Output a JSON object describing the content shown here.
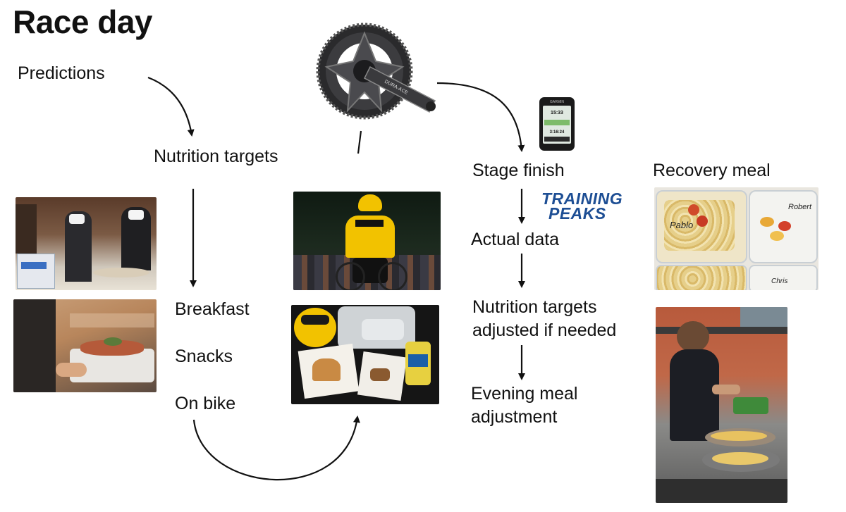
{
  "slide": {
    "title": "Race day"
  },
  "labels": {
    "predictions": "Predictions",
    "nutrition_targets": "Nutrition targets",
    "breakfast": "Breakfast",
    "snacks": "Snacks",
    "on_bike": "On bike",
    "stage_finish": "Stage finish",
    "recovery_meal": "Recovery meal",
    "actual_data": "Actual data",
    "nutrition_targets_adjusted_1": "Nutrition targets",
    "nutrition_targets_adjusted_2": "adjusted if needed",
    "evening_meal_1": "Evening meal",
    "evening_meal_2": "adjustment"
  },
  "logos": {
    "training_peaks_1": "TRAINING",
    "training_peaks_2": "PEAKS",
    "crank_brand": "DURA-ACE",
    "computer_brand": "GARMIN",
    "computer_screen_1": "15:33",
    "computer_screen_2": "3:16:24"
  },
  "container_labels": {
    "left": "Pablo",
    "right": "Robert",
    "bottom": "Chris"
  },
  "colors": {
    "text": "#111111",
    "arrow": "#111111",
    "jersey_yellow": "#f2c200",
    "training_peaks_blue": "#1d4e94"
  },
  "icons": {
    "crankset": "crankset-icon",
    "bike_computer": "bike-computer-icon"
  }
}
